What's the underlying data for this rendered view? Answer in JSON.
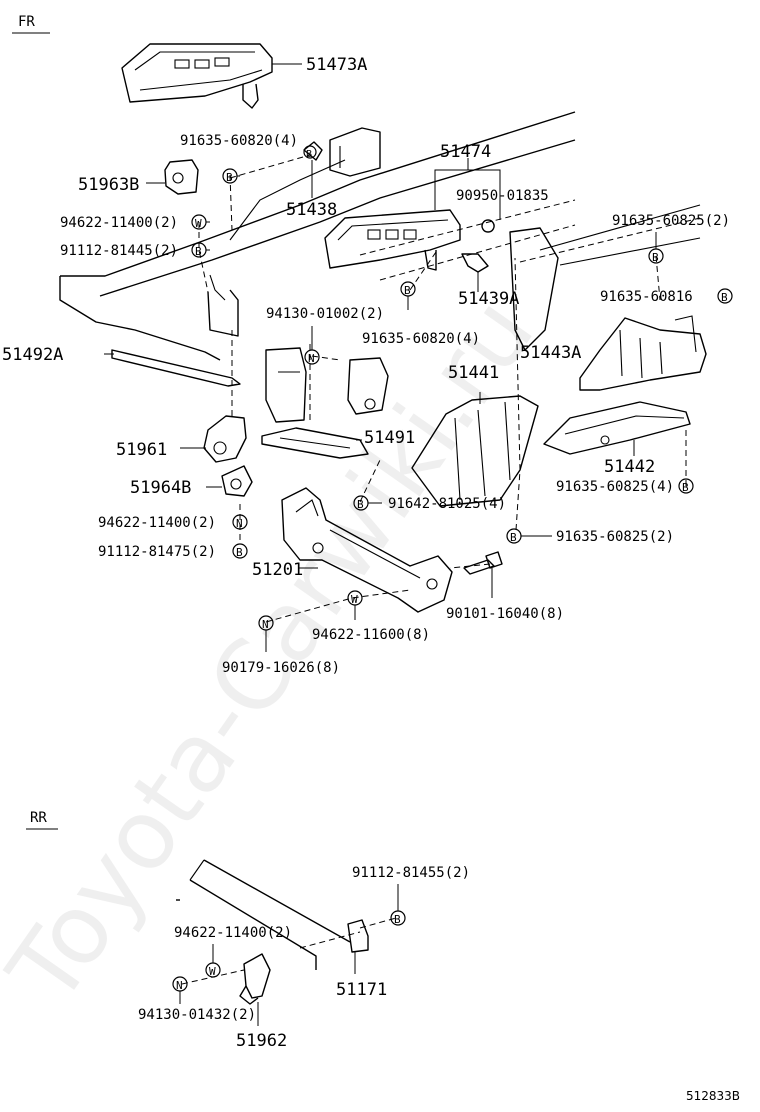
{
  "section_front": "FR",
  "section_rear": "RR",
  "drawing_code": "512833B",
  "watermark": "Toyota-Carwiki.ru",
  "labels": {
    "p51473A": "51473A",
    "p51474": "51474",
    "p51438": "51438",
    "p51963B": "51963B",
    "p51439A": "51439A",
    "p51492A": "51492A",
    "p51443A": "51443A",
    "p51441": "51441",
    "p51961": "51961",
    "p51491": "51491",
    "p51442": "51442",
    "p51964B": "51964B",
    "p51201": "51201",
    "p51171": "51171",
    "p51962": "51962",
    "b91635_60820_a": "91635-60820(4)",
    "b90950_01835": "90950-01835",
    "b94622_11400_a": "94622-11400(2)",
    "b91112_81445": "91112-81445(2)",
    "b91635_60825_a": "91635-60825(2)",
    "b91635_60816": "91635-60816",
    "b94130_01002": "94130-01002(2)",
    "b91635_60820_b": "91635-60820(4)",
    "b91642_81025": "91642-81025(4)",
    "b91635_60825_b": "91635-60825(4)",
    "b94622_11400_b": "94622-11400(2)",
    "b91112_81475": "91112-81475(2)",
    "b91635_60825_c": "91635-60825(2)",
    "b90101_16040": "90101-16040(8)",
    "b94622_11600": "94622-11600(8)",
    "b90179_16026": "90179-16026(8)",
    "b91112_81455": "91112-81455(2)",
    "b94622_11400_c": "94622-11400(2)",
    "b94130_01432": "94130-01432(2)"
  },
  "markers": {
    "bolt": "B",
    "nut": "N",
    "washer": "W"
  }
}
